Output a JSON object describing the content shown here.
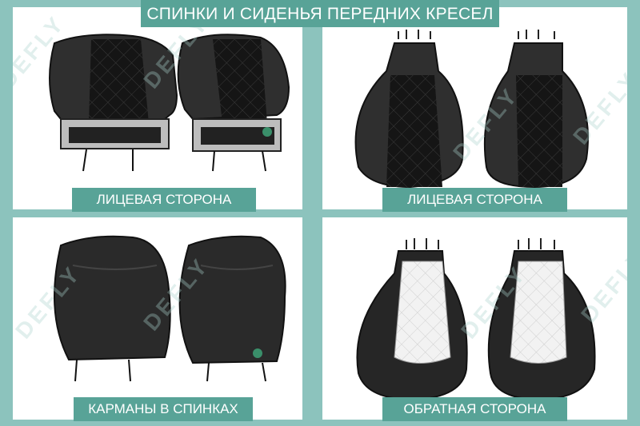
{
  "title": "СПИНКИ И СИДЕНЬЯ ПЕРЕДНИХ КРЕСЕЛ",
  "panels": [
    {
      "caption": "ЛИЦЕВАЯ СТОРОНА",
      "subject": "seat-backs-front-side"
    },
    {
      "caption": "ЛИЦЕВАЯ СТОРОНА",
      "subject": "seat-cushions-front-side"
    },
    {
      "caption": "КАРМАНЫ В СПИНКАХ",
      "subject": "seat-back-pockets"
    },
    {
      "caption": "ОБРАТНАЯ СТОРОНА",
      "subject": "seat-cushions-reverse-side"
    }
  ],
  "watermark": "DEFLY",
  "colors": {
    "frame": "#8cc3bd",
    "banner": "#58a397",
    "panel": "#ffffff",
    "leather": "#2e2e2e",
    "fabric": "#141414",
    "reverse_lining": "#eeeeee"
  }
}
